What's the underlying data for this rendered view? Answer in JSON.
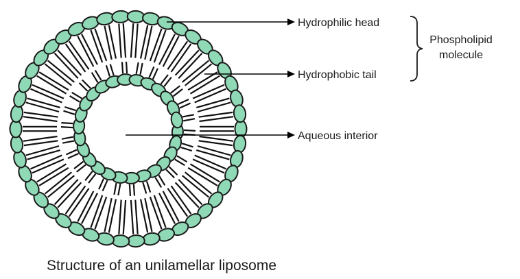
{
  "colors": {
    "head_fill": "#8fd9b6",
    "outline": "#1a1a1a",
    "text": "#1a1a1a"
  },
  "labels": {
    "hydrophilic_head": "Hydrophilic head",
    "hydrophobic_tail": "Hydrophobic tail",
    "phospholipid_line1": "Phospholipid",
    "phospholipid_line2": "molecule",
    "aqueous_interior": "Aqueous interior"
  },
  "caption": "Structure of an unilamellar liposome"
}
